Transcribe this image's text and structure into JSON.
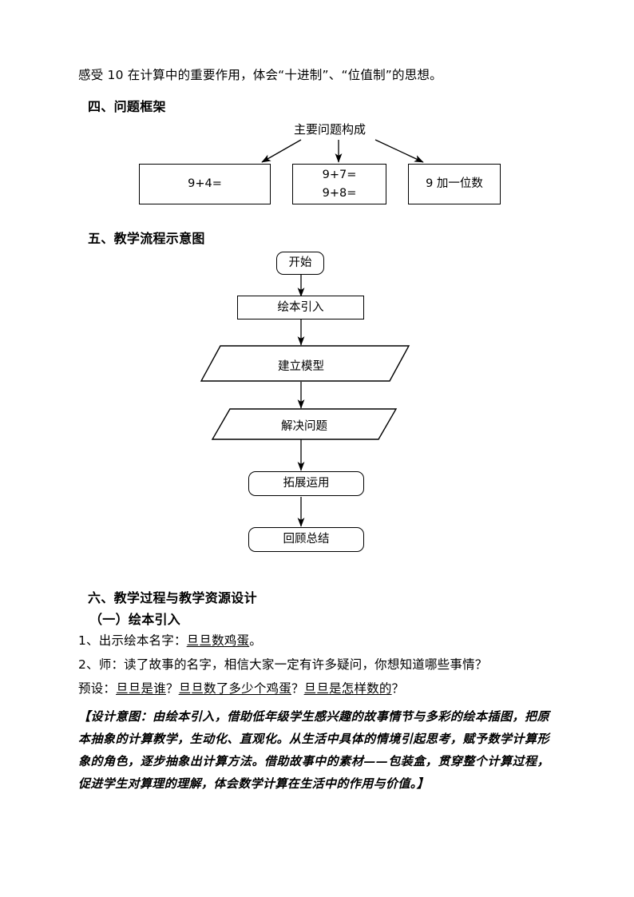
{
  "document": {
    "intro_line": "感受 10 在计算中的重要作用，体会“十进制”、“位值制”的思想。"
  },
  "section_four": {
    "heading": "四、问题框架",
    "diagram_title": "主要问题构成",
    "boxes": [
      {
        "id": "box-1",
        "lines": [
          "9+4="
        ]
      },
      {
        "id": "box-2",
        "lines": [
          "9+7=",
          "9+8="
        ]
      },
      {
        "id": "box-3",
        "lines": [
          "9 加一位数"
        ]
      }
    ]
  },
  "section_five": {
    "heading": "五、教学流程示意图",
    "flow_nodes": [
      {
        "id": "start",
        "label": "开始",
        "shape": "rounded-rect"
      },
      {
        "id": "step-1",
        "label": "绘本引入",
        "shape": "rect"
      },
      {
        "id": "step-2",
        "label": "建立模型",
        "shape": "parallelogram"
      },
      {
        "id": "step-3",
        "label": "解决问题",
        "shape": "parallelogram"
      },
      {
        "id": "step-4",
        "label": "拓展运用",
        "shape": "rounded-rect"
      },
      {
        "id": "step-5",
        "label": "回顾总结",
        "shape": "rounded-rect"
      }
    ]
  },
  "section_six": {
    "heading": "六、教学过程与教学资源设计",
    "subheading": "（一）绘本引入",
    "item_1_prefix": "1、出示绘本名字：",
    "item_1_underlined": "旦旦数鸡蛋",
    "item_1_suffix": "。",
    "item_2": "2、师：读了故事的名字，相信大家一定有许多疑问，你想知道哪些事情？",
    "item_3_prefix": "预设：",
    "item_3_u1": "旦旦是谁",
    "item_3_mid1": "？",
    "item_3_u2": "旦旦数了多少个鸡蛋",
    "item_3_mid2": "？",
    "item_3_u3": "旦旦是怎样数的",
    "item_3_end": "？",
    "design_intent": "【设计意图：由绘本引入，借助低年级学生感兴趣的故事情节与多彩的绘本插图，把原本抽象的计算教学，生动化、直观化。从生活中具体的情境引起思考，赋予数学计算形象的角色，逐步抽象出计算方法。借助故事中的素材——包装盒，贯穿整个计算过程，促进学生对算理的理解，体会数学计算在生活中的作用与价值。】"
  },
  "colors": {
    "ink": "#000000",
    "paper": "#ffffff"
  }
}
